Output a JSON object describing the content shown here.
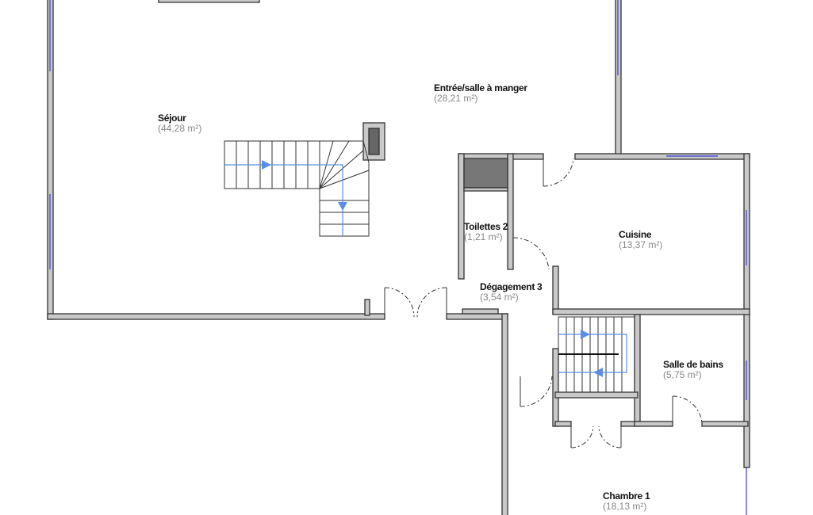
{
  "rooms": [
    {
      "name": "Séjour",
      "area": "(44,28 m²)"
    },
    {
      "name": "Entrée/salle à manger",
      "area": "(28,21 m²)"
    },
    {
      "name": "Toilettes 2",
      "area": "(1,21 m²)"
    },
    {
      "name": "Cuisine",
      "area": "(13,37 m²)"
    },
    {
      "name": "Dégagement 3",
      "area": "(3,54 m²)"
    },
    {
      "name": "Salle de bains",
      "area": "(5,75 m²)"
    },
    {
      "name": "Chambre 1",
      "area": "(18,13 m²)"
    }
  ],
  "colors": {
    "wall": "#c9c9c9",
    "window": "#3b3bd6",
    "stair_arrow": "#5b8ee6"
  }
}
